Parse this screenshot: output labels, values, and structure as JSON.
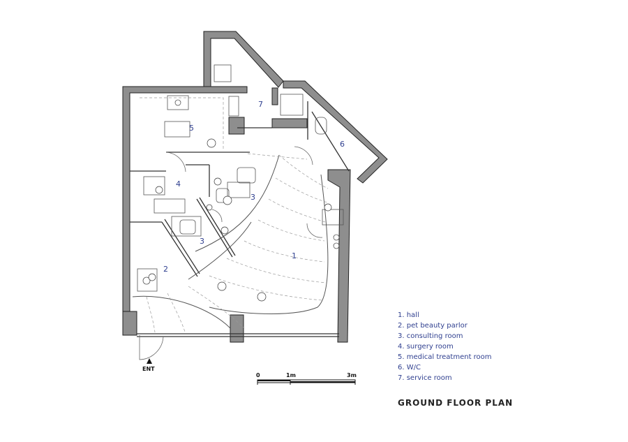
{
  "rooms": {
    "r1": "1",
    "r2": "2",
    "r3a": "3",
    "r3b": "3",
    "r4": "4",
    "r5": "5",
    "r6": "6",
    "r7": "7"
  },
  "legend": [
    "1. hall",
    "2. pet beauty parlor",
    "3. consulting room",
    "4. surgery room",
    "5. medical treatment room",
    "6. W/C",
    "7. service room"
  ],
  "entrance_label": "ENT",
  "scale_bar": {
    "labels": [
      "0",
      "1m",
      "3m"
    ]
  },
  "title": "GROUND FLOOR PLAN",
  "colors": {
    "wall": "#8e8e8e",
    "wall_outline": "#222222",
    "room_number": "#2f3f8f",
    "linework": "#777777"
  }
}
